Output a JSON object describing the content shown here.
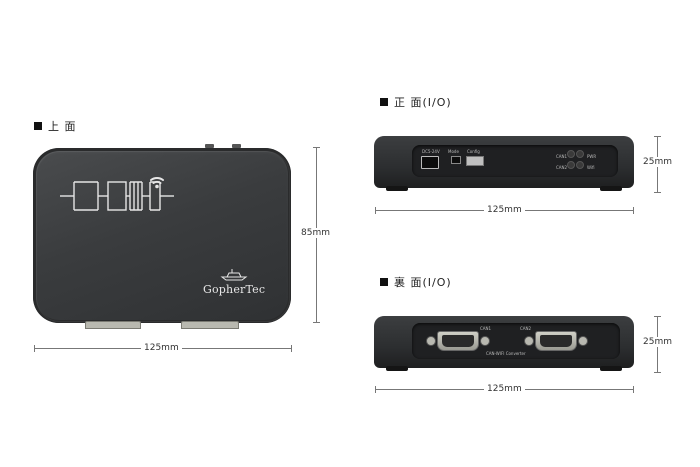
{
  "views": {
    "top": {
      "label": "上 面"
    },
    "front": {
      "label": "正 面(I/O)"
    },
    "back": {
      "label": "裏 面(I/O)"
    }
  },
  "dimensions": {
    "top_width": "125mm",
    "top_depth": "85mm",
    "front_width": "125mm",
    "front_height": "25mm",
    "back_width": "125mm",
    "back_height": "25mm"
  },
  "device": {
    "brand": "GopherTec",
    "front_power_label": "DC5-24V",
    "front_switch_label": "Mode",
    "front_config_label": "Config",
    "front_led_labels": [
      "CAN1",
      "CAN2",
      "PWR",
      "Wifi"
    ],
    "back_port1_label": "CAN1",
    "back_port2_label": "CAN2",
    "back_caption": "CAN-WIFI Converter"
  },
  "colors": {
    "body": "#35373a",
    "panel": "#1f2022",
    "connector": "#b9b9b0"
  }
}
